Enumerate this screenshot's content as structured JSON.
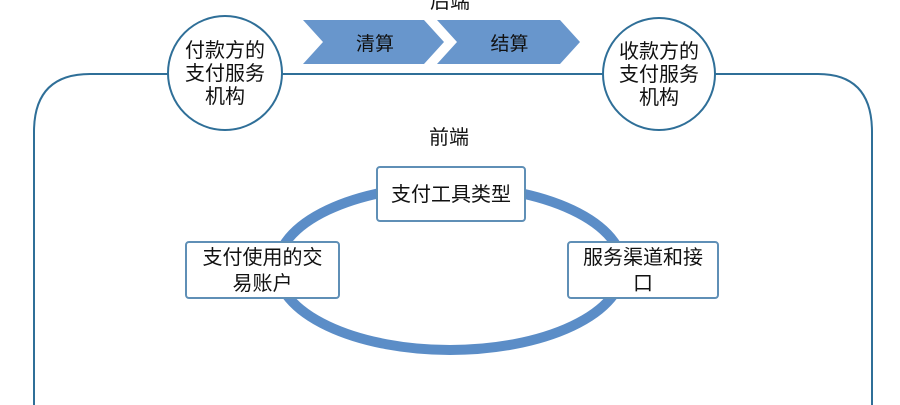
{
  "top_label": "后端",
  "payer_institution": "付款方的支付服务机构",
  "payee_institution": "收款方的支付服务机构",
  "arrows": [
    {
      "label": "清算"
    },
    {
      "label": "结算"
    }
  ],
  "front_label": "前端",
  "cycle": {
    "top_item": "支付工具类型",
    "left_item": "支付使用的交易账户",
    "right_item": "服务渠道和接口"
  },
  "colors": {
    "outline": "#2f6f98",
    "ring": "#5b8dc7",
    "arrow": "#6896cc",
    "box_border": "#5f8fb6"
  }
}
